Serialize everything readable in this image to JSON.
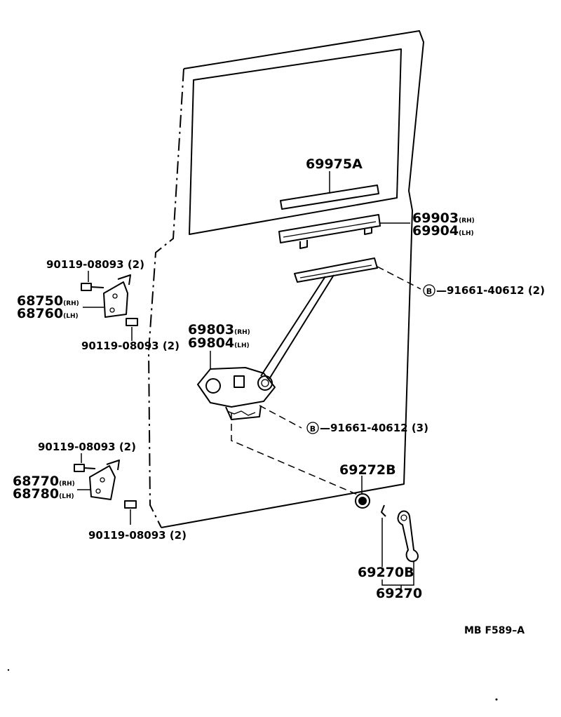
{
  "parts": {
    "p69975a": "69975A",
    "p69903": "69903",
    "p69904": "69904",
    "p68750": "68750",
    "p68760": "68760",
    "p69803": "69803",
    "p69804": "69804",
    "p68770": "68770",
    "p68780": "68780",
    "p69272b": "69272B",
    "p69270b": "69270B",
    "p69270": "69270"
  },
  "side_rh": "(RH)",
  "side_lh": "(LH)",
  "bolts": {
    "b1": "90119-08093 (2)",
    "b2": "90119-08093 (2)",
    "b3": "90119-08093 (2)",
    "b4": "90119-08093 (2)"
  },
  "screws": {
    "circle_letter": "B",
    "s1": "—91661-40612 (2)",
    "s2": "—91661-40612 (3)"
  },
  "figure_code": "MB F589–A"
}
